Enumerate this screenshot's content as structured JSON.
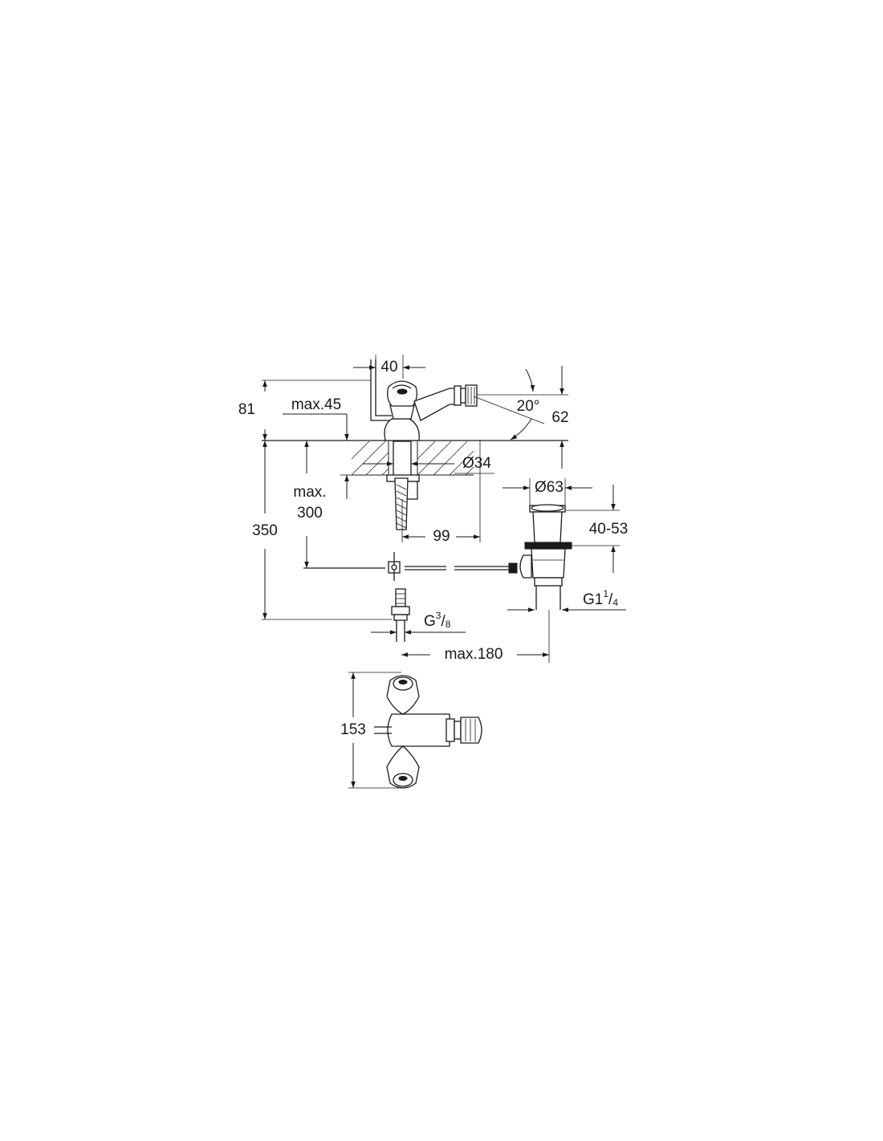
{
  "dimensions": {
    "handle_spacing": "40",
    "height_above_deck": "81",
    "deck_thickness_max": "max.45",
    "spray_angle": "20°",
    "spray_height": "62",
    "hole_diameter": "Ø34",
    "max_depth_line1": "max.",
    "max_depth_line2": "300",
    "total_height": "350",
    "waste_offset": "99",
    "waste_diameter": "Ø63",
    "waste_range": "40-53",
    "waste_thread_main": "G1",
    "waste_thread_num": "1",
    "waste_thread_sep": "/",
    "waste_thread_den": "4",
    "supply_thread_main": "G",
    "supply_thread_num": "3",
    "supply_thread_sep": "/",
    "supply_thread_den": "8",
    "waste_distance": "max.180",
    "top_view_width": "153"
  }
}
